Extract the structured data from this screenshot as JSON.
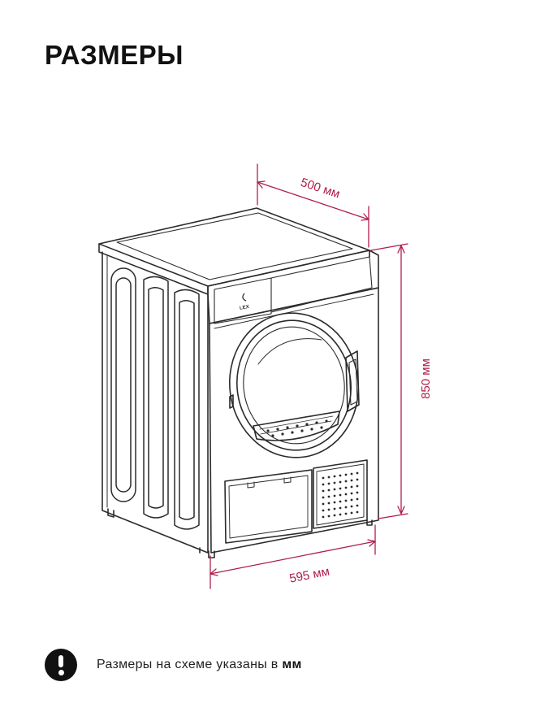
{
  "title": "РАЗМЕРЫ",
  "brand": "LEX",
  "dimensions": {
    "depth": "500 мм",
    "height": "850 мм",
    "width": "595 мм"
  },
  "note": {
    "text": "Размеры на схеме указаны в ",
    "unit": "мм",
    "icon": "exclamation-icon"
  },
  "colors": {
    "dimension_line": "#b01e4a",
    "drawing": "#2b2b2b",
    "text": "#111111"
  }
}
